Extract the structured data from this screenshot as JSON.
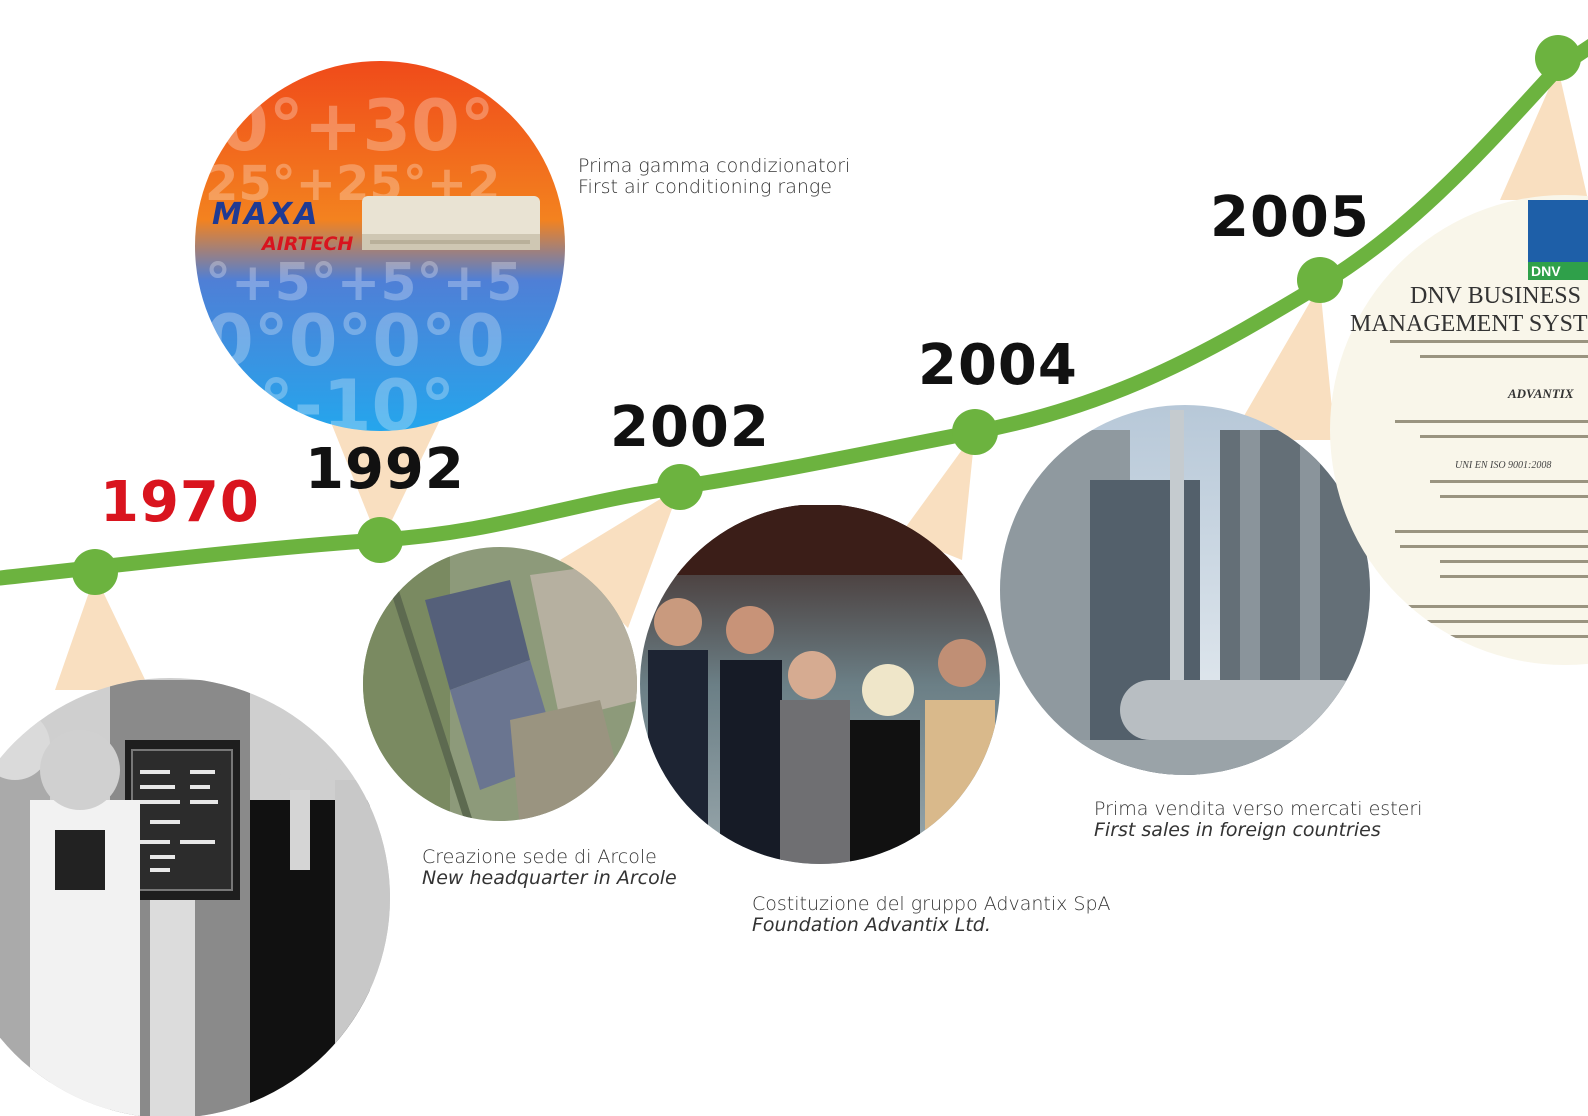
{
  "colors": {
    "curve": "#6cb33f",
    "pointer": "#f9dfc0",
    "highlight_year": "#d9141e",
    "year": "#111111",
    "caption": "#333333"
  },
  "milestones": [
    {
      "year": "1970",
      "highlight": true,
      "photo": "black-and-white-founders-photo",
      "caption_it": "",
      "caption_en": ""
    },
    {
      "year": "1992",
      "highlight": false,
      "photo": "maxa-airtech-air-conditioner-ad",
      "logo_top": "MAXA",
      "logo_bottom": "AIRTECH",
      "caption_it": "Prima gamma condizionatori",
      "caption_en": "First air conditioning range"
    },
    {
      "year": "2002",
      "highlight": false,
      "photo": "aerial-headquarter-photo",
      "caption_it": "Creazione sede di Arcole",
      "caption_en": "New headquarter in Arcole"
    },
    {
      "year": "2004",
      "highlight": false,
      "photo": "group-foundation-photo",
      "caption_it": "Costituzione del gruppo Advantix SpA",
      "caption_en": "Foundation Advantix Ltd."
    },
    {
      "year": "2005",
      "highlight": false,
      "photo": "rooftop-chiller-units-photo",
      "caption_it": "Prima vendita verso mercati esteri",
      "caption_en": "First sales in foreign countries"
    }
  ],
  "certificate": {
    "brand": "DNV",
    "line1": "DNV BUSINESS",
    "line2": "MANAGEMENT SYST",
    "company": "ADVANTIX",
    "standard": "UNI EN ISO 9001:2008"
  }
}
